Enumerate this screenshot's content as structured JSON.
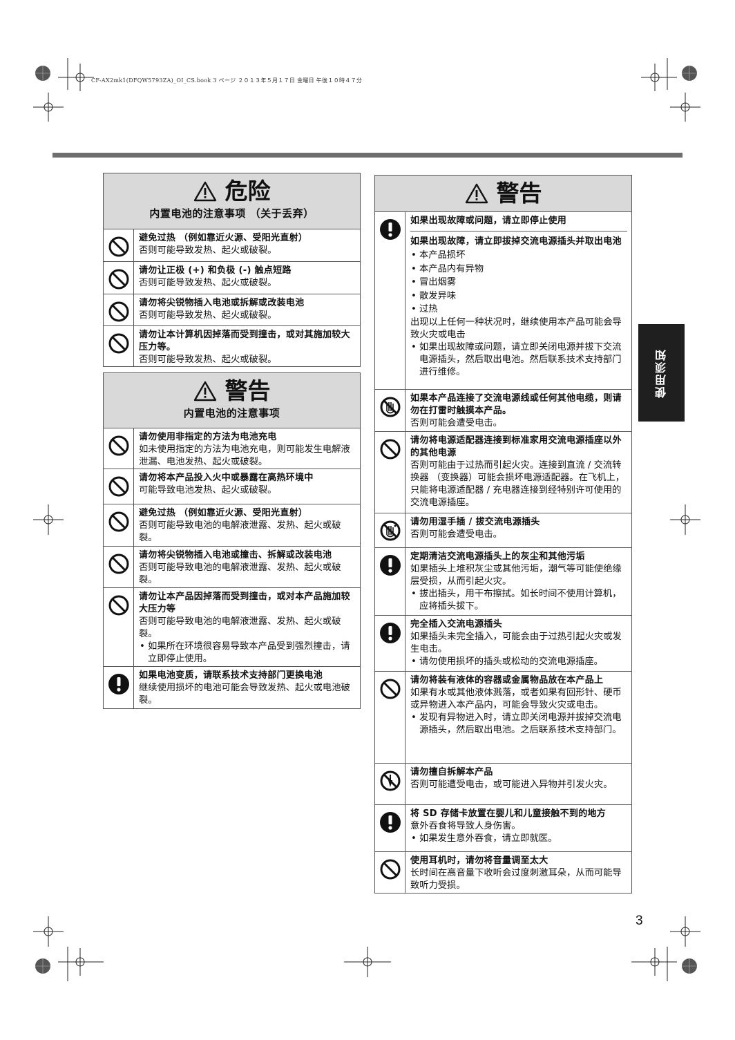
{
  "header": {
    "file_info": "CF-AX2mk1(DFQW5793ZA)_OI_CS.book  3 ページ  ２０１３年５月１７日  金曜日  午後１０時４７分"
  },
  "side_tab": {
    "label": "使用须知"
  },
  "page_number": "3",
  "danger_panel": {
    "title": "危险",
    "subtitle": "内置电池的注意事项 （关于丢弃）",
    "rows": [
      {
        "icon": "prohibition-icon",
        "title": "避免过热 （例如靠近火源、受阳光直射）",
        "body": "否则可能导致发热、起火或破裂。"
      },
      {
        "icon": "prohibition-icon",
        "title": "请勿让正极 (+) 和负极 (-) 触点短路",
        "body": "否则可能导致发热、起火或破裂。"
      },
      {
        "icon": "prohibition-icon",
        "title": "请勿将尖锐物插入电池或拆解或改装电池",
        "body": "否则可能导致发热、起火或破裂。"
      },
      {
        "icon": "prohibition-icon",
        "title": "请勿让本计算机因掉落而受到撞击，或对其施加较大压力等。",
        "body": "否则可能导致发热、起火或破裂。"
      }
    ]
  },
  "warning_battery_panel": {
    "title": "警告",
    "subtitle": "内置电池的注意事项",
    "rows": [
      {
        "icon": "prohibition-icon",
        "title": "请勿使用非指定的方法为电池充电",
        "body": "如未使用指定的方法为电池充电，则可能发生电解液泄漏、电池发热、起火或破裂。"
      },
      {
        "icon": "prohibition-icon",
        "title": "请勿将本产品投入火中或暴露在高热环境中",
        "body": "可能导致电池发热、起火或破裂。"
      },
      {
        "icon": "prohibition-icon",
        "title": "避免过热 （例如靠近火源、受阳光直射）",
        "body": "否则可能导致电池的电解液泄露、发热、起火或破裂。"
      },
      {
        "icon": "prohibition-icon",
        "title": "请勿将尖锐物插入电池或撞击、拆解或改装电池",
        "body": "否则可能导致电池的电解液泄露、发热、起火或破裂。"
      },
      {
        "icon": "prohibition-icon",
        "title": "请勿让本产品因掉落而受到撞击，或对本产品施加较大压力等",
        "body": "否则可能导致电池的电解液泄露、发热、起火或破裂。",
        "bullet": "如果所在环境很容易导致本产品受到强烈撞击，请立即停止使用。"
      },
      {
        "icon": "mandatory-icon",
        "title": "如果电池变质，请联系技术支持部门更换电池",
        "body": "继续使用损坏的电池可能会导致发热、起火或电池破裂。"
      }
    ]
  },
  "warning_panel": {
    "title": "警告",
    "rows": [
      {
        "icon": "mandatory-icon",
        "title": "如果出现故障或问题，请立即停止使用",
        "title2": "如果出现故障，请立即拔掉交流电源插头并取出电池",
        "bullets": [
          "本产品损坏",
          "本产品内有异物",
          "冒出烟雾",
          "散发异味",
          "过热"
        ],
        "body": "出现以上任何一种状况时，继续使用本产品可能会导致火灾或电击",
        "bullet_after": "如果出现故障或问题，请立即关闭电源并拔下交流电源插头，然后取出电池。然后联系技术支持部门进行维修。"
      },
      {
        "icon": "no-touch-icon",
        "title": "如果本产品连接了交流电源线或任何其他电缆，则请勿在打雷时触摸本产品。",
        "body": "否则可能会遭受电击。"
      },
      {
        "icon": "prohibition-icon",
        "title": "请勿将电源适配器连接到标准家用交流电源插座以外的其他电源",
        "body": "否则可能由于过热而引起火灾。连接到直流 / 交流转换器 （变换器）可能会损坏电源适配器。在飞机上，只能将电源适配器 / 充电器连接到经特别许可使用的交流电源插座。"
      },
      {
        "icon": "no-wet-hands-icon",
        "title": "请勿用湿手插 / 拔交流电源插头",
        "body": "否则可能会遭受电击。"
      },
      {
        "icon": "mandatory-icon",
        "title": "定期清洁交流电源插头上的灰尘和其他污垢",
        "body": "如果插头上堆积灰尘或其他污垢，潮气等可能使绝缘层受损，从而引起火灾。",
        "bullet": "拔出插头，用干布擦拭。如长时间不使用计算机，应将插头拔下。"
      },
      {
        "icon": "mandatory-icon",
        "title": "完全插入交流电源插头",
        "body": "如果插头未完全插入，可能会由于过热引起火灾或发生电击。",
        "bullet": "请勿使用损坏的插头或松动的交流电源插座。"
      },
      {
        "icon": "prohibition-icon",
        "title": "请勿将装有液体的容器或金属物品放在本产品上",
        "body": "如果有水或其他液体溅落，或者如果有回形针、硬币或异物进入本产品内，可能会导致火灾或电击。",
        "bullet": "发现有异物进入时，请立即关闭电源并拔掉交流电源插头，然后取出电池。之后联系技术支持部门。"
      },
      {
        "icon": "no-disassembly-icon",
        "title": "请勿擅自拆解本产品",
        "body": "否则可能遭受电击，或可能进入异物并引发火灾。"
      },
      {
        "icon": "mandatory-icon",
        "title": "将 SD 存储卡放置在婴儿和儿童接触不到的地方",
        "body": "意外吞食将导致人身伤害。",
        "bullet": "如果发生意外吞食，请立即就医。"
      },
      {
        "icon": "prohibition-icon",
        "title": "使用耳机时，请勿将音量调至太大",
        "body": "长时间在高音量下收听会过度刺激耳朵，从而可能导致听力受损。"
      }
    ]
  }
}
